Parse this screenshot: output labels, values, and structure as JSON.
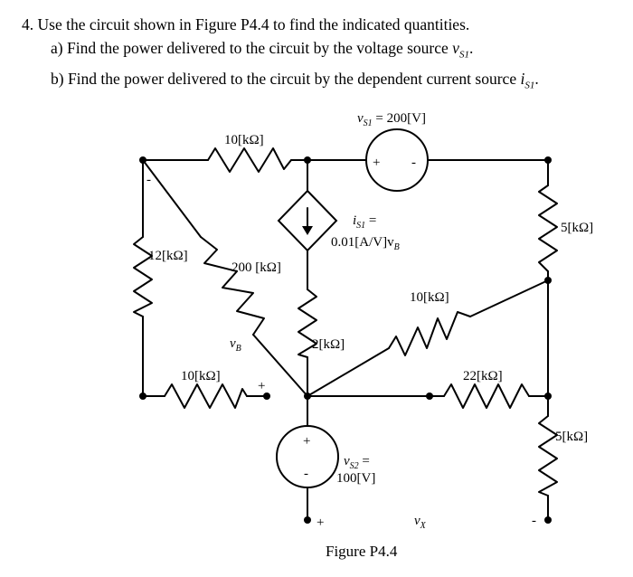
{
  "problem": {
    "number": "4.",
    "statement": "Use the circuit shown in Figure P4.4 to find the indicated quantities.",
    "part_a_label": "a)",
    "part_a_text": "Find the power delivered to the circuit by the voltage source",
    "part_a_var": "v",
    "part_a_sub": "S1",
    "part_b_label": "b)",
    "part_b_text": "Find the power delivered to the circuit by the dependent current source",
    "part_b_var": "i",
    "part_b_sub": "S1"
  },
  "circuit": {
    "r_top": "10[kΩ]",
    "r_left": "12[kΩ]",
    "r_diag": "200 [kΩ]",
    "r_mid": "2[kΩ]",
    "r_bottom_left": "10[kΩ]",
    "r_right_top": "5[kΩ]",
    "r_right_bottom": "5[kΩ]",
    "r_diag_right": "10[kΩ]",
    "r_bottom_right": "22[kΩ]",
    "vs1_var": "v",
    "vs1_sub": "S1",
    "vs1_value": " = 200[V]",
    "is1_var": "i",
    "is1_sub": "S1",
    "is1_eq": " =",
    "is1_expr": "0.01[A/V]v",
    "is1_expr_sub": "B",
    "vs2_var": "v",
    "vs2_sub": "S2",
    "vs2_eq": " =",
    "vs2_value": "100[V]",
    "vb_var": "v",
    "vb_sub": "B",
    "vx_var": "v",
    "vx_sub": "X",
    "plus": "+",
    "minus": "-",
    "figure_caption": "Figure P4.4"
  }
}
